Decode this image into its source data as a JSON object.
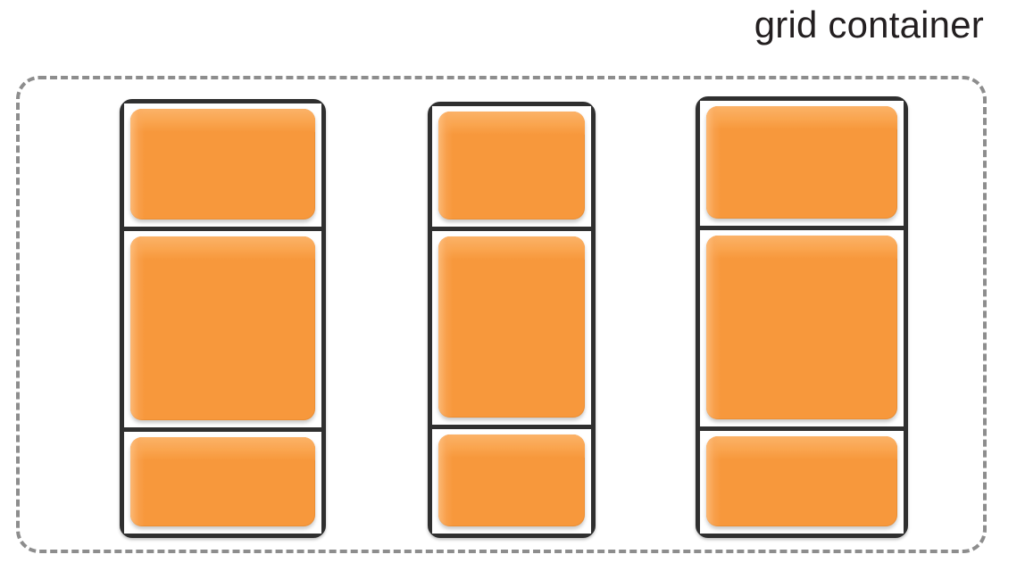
{
  "caption": {
    "text": "grid container"
  },
  "colors": {
    "item_fill": "#f7983c",
    "item_highlight": "#fbb268",
    "column_border": "#2f2f2f",
    "container_border": "#8d8d8d",
    "background": "#ffffff",
    "caption_text": "#231f20"
  },
  "grid": {
    "container_label": "grid container",
    "border_style": "dashed",
    "columns": [
      {
        "name": "column-1",
        "cells": [
          {
            "name": "cell-1-1",
            "label": ""
          },
          {
            "name": "cell-1-2",
            "label": ""
          },
          {
            "name": "cell-1-3",
            "label": ""
          }
        ]
      },
      {
        "name": "column-2",
        "cells": [
          {
            "name": "cell-2-1",
            "label": ""
          },
          {
            "name": "cell-2-2",
            "label": ""
          },
          {
            "name": "cell-2-3",
            "label": ""
          }
        ]
      },
      {
        "name": "column-3",
        "cells": [
          {
            "name": "cell-3-1",
            "label": ""
          },
          {
            "name": "cell-3-2",
            "label": ""
          },
          {
            "name": "cell-3-3",
            "label": ""
          }
        ]
      }
    ]
  }
}
